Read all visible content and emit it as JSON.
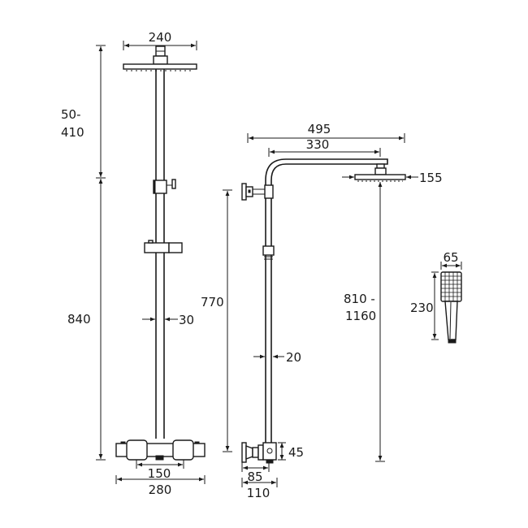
{
  "drawing": {
    "title": "Shower riser kit dimension drawing",
    "front_view": {
      "shower_head_width": "240",
      "arm_height_range_line1": "50-",
      "arm_height_range_line2": "410",
      "riser_height": "840",
      "rail_diameter": "30",
      "valve_inlet_centres": "150",
      "valve_width": "280"
    },
    "side_view": {
      "arm_overall_projection": "495",
      "arm_reach": "330",
      "head_depth": "155",
      "bracket_height": "770",
      "head_height_range_line1": "810 -",
      "head_height_range_line2": "1160",
      "pipe_diameter": "20",
      "valve_depth": "45",
      "valve_projection_85": "85",
      "valve_projection_110": "110"
    },
    "handset": {
      "head_width": "65",
      "length": "230"
    },
    "colors": {
      "line": "#1a1a1a",
      "background": "#ffffff"
    }
  }
}
